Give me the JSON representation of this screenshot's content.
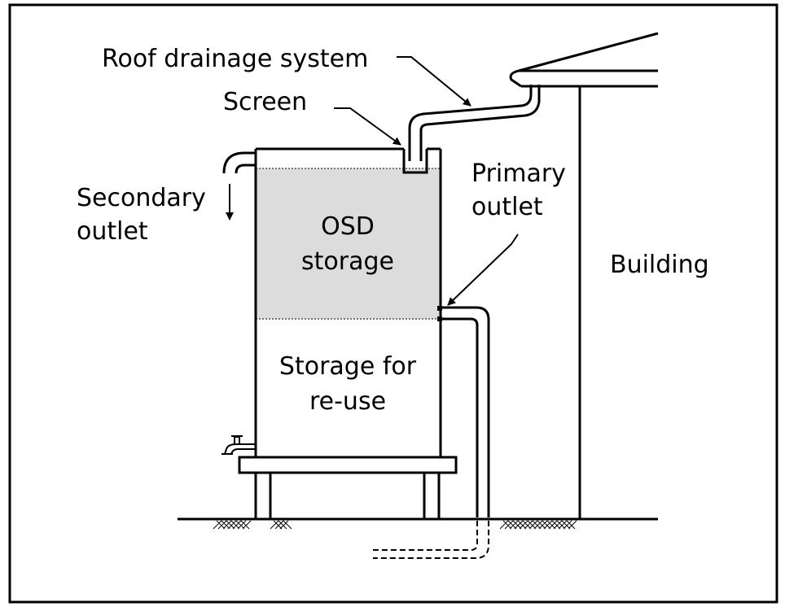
{
  "labels": {
    "roof_drainage": "Roof drainage system",
    "screen": "Screen",
    "secondary_outlet_line1": "Secondary",
    "secondary_outlet_line2": "outlet",
    "primary_outlet_line1": "Primary",
    "primary_outlet_line2": "outlet",
    "osd_line1": "OSD",
    "osd_line2": "storage",
    "reuse_line1": "Storage for",
    "reuse_line2": "re-use",
    "building": "Building"
  },
  "colors": {
    "line": "#000000",
    "osd_fill": "#dcdcdc",
    "background": "#ffffff"
  }
}
